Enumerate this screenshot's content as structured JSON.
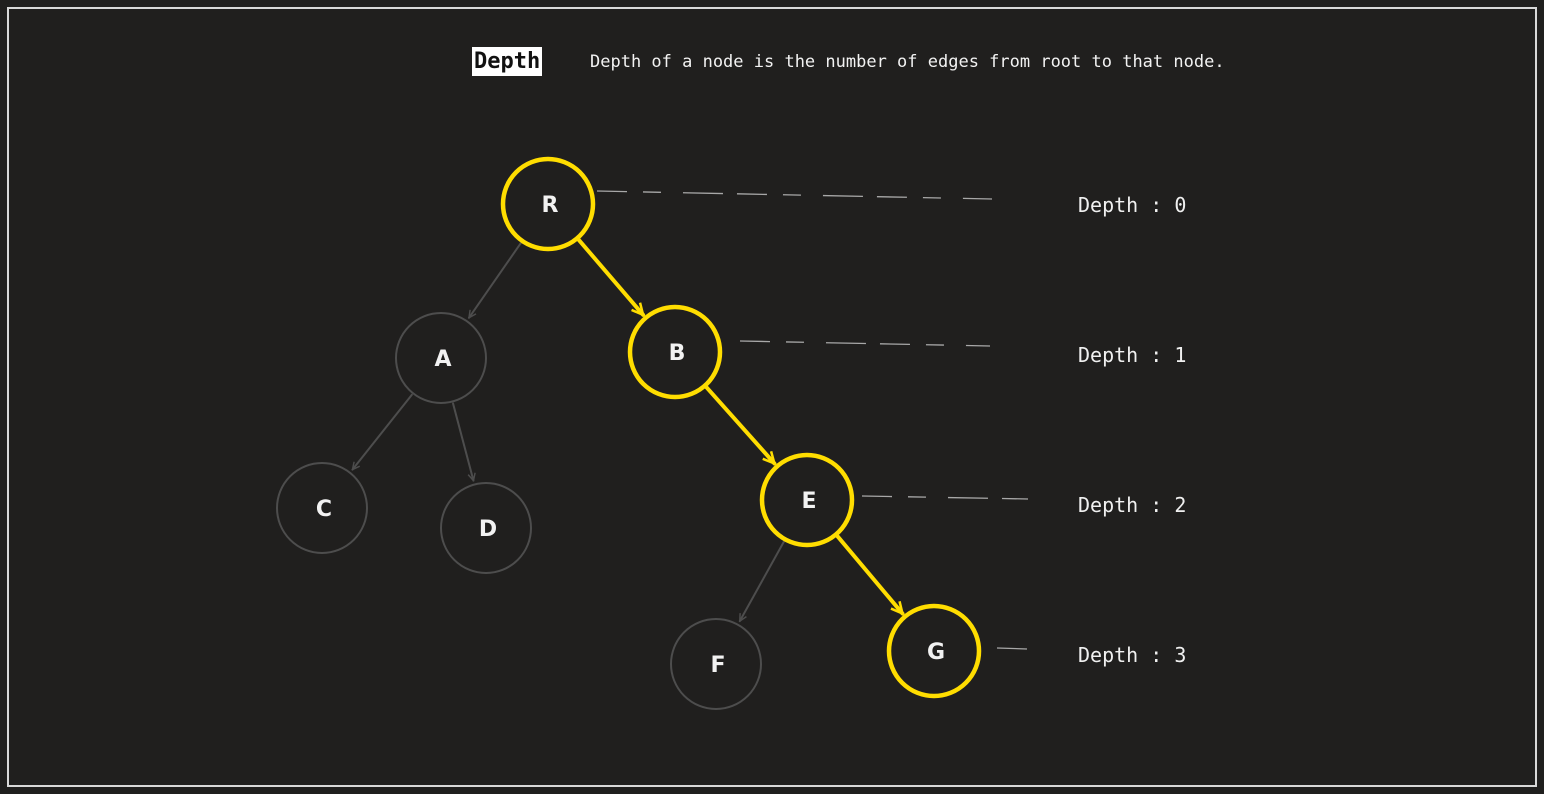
{
  "header": {
    "title": "Depth",
    "definition": "Depth of a node is the number of edges from root to that node."
  },
  "tree": {
    "nodes": [
      {
        "id": "R",
        "label": "R",
        "highlighted": true
      },
      {
        "id": "A",
        "label": "A",
        "highlighted": false
      },
      {
        "id": "B",
        "label": "B",
        "highlighted": true
      },
      {
        "id": "C",
        "label": "C",
        "highlighted": false
      },
      {
        "id": "D",
        "label": "D",
        "highlighted": false
      },
      {
        "id": "E",
        "label": "E",
        "highlighted": true
      },
      {
        "id": "F",
        "label": "F",
        "highlighted": false
      },
      {
        "id": "G",
        "label": "G",
        "highlighted": true
      }
    ],
    "edges": [
      {
        "from": "R",
        "to": "A",
        "highlighted": false
      },
      {
        "from": "R",
        "to": "B",
        "highlighted": true
      },
      {
        "from": "A",
        "to": "C",
        "highlighted": false
      },
      {
        "from": "A",
        "to": "D",
        "highlighted": false
      },
      {
        "from": "B",
        "to": "E",
        "highlighted": true
      },
      {
        "from": "E",
        "to": "F",
        "highlighted": false
      },
      {
        "from": "E",
        "to": "G",
        "highlighted": true
      }
    ]
  },
  "depth_labels": [
    {
      "text": "Depth : 0",
      "depth": 0
    },
    {
      "text": "Depth : 1",
      "depth": 1
    },
    {
      "text": "Depth : 2",
      "depth": 2
    },
    {
      "text": "Depth : 3",
      "depth": 3
    }
  ],
  "colors": {
    "background": "#201f1e",
    "highlight": "#ffdd00",
    "muted": "#4d4d4d",
    "text": "#f2f2f2"
  }
}
